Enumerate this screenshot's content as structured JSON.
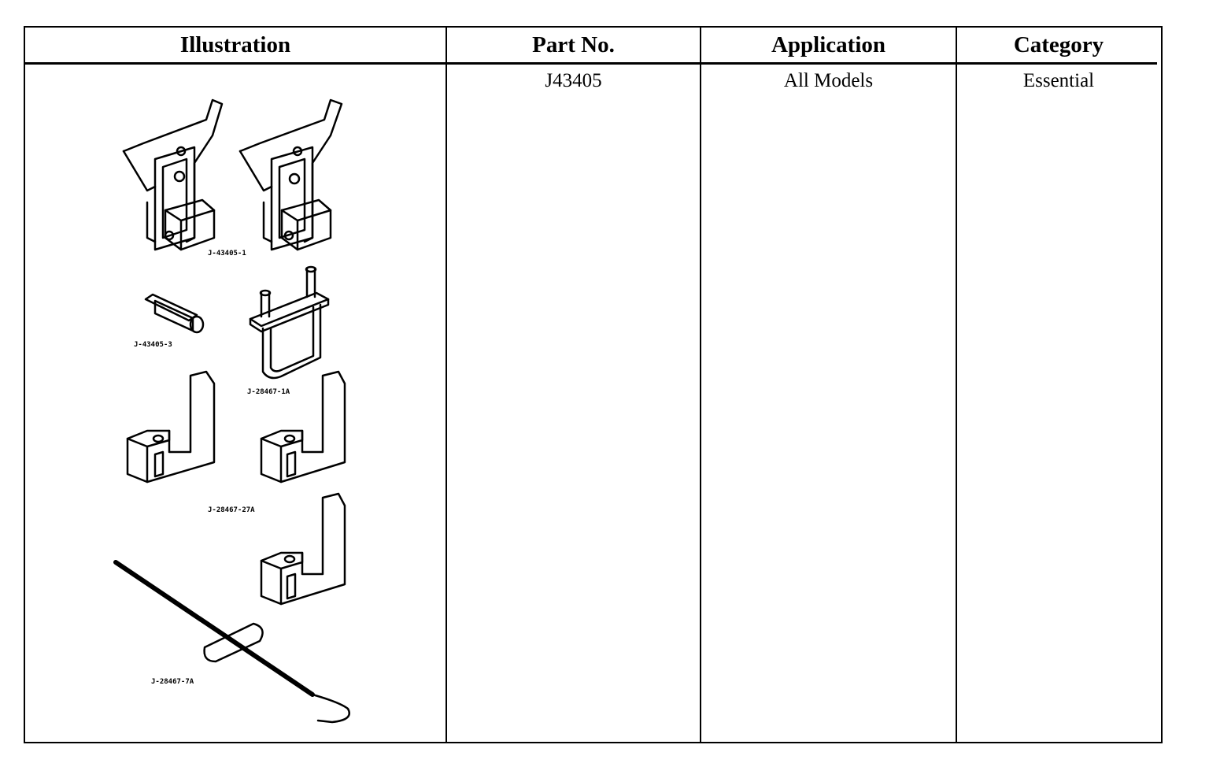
{
  "table": {
    "headers": [
      "Illustration",
      "Part No.",
      "Application",
      "Category"
    ],
    "rows": [
      {
        "part_no": "J43405",
        "application": "All Models",
        "category": "Essential"
      }
    ]
  },
  "illustration": {
    "callouts": [
      "J-43405-1",
      "J-43405-3",
      "J-28467-1A",
      "J-28467-27A",
      "J-28467-7A"
    ]
  }
}
